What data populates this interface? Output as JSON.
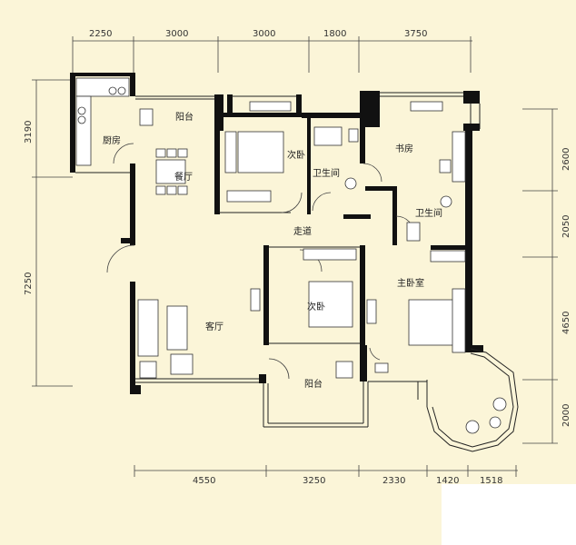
{
  "dimensions": {
    "top": [
      "2250",
      "3000",
      "3000",
      "1800",
      "3750"
    ],
    "bottom": [
      "4550",
      "3250",
      "2330",
      "1420",
      "1518"
    ],
    "left": [
      "3190",
      "7250"
    ],
    "right": [
      "2600",
      "2050",
      "4650",
      "2000"
    ]
  },
  "rooms": {
    "kitchen": "厨房",
    "balcony_top": "阳台",
    "dining": "餐厅",
    "bedroom2_top": "次卧",
    "bathroom1": "卫生间",
    "study": "书房",
    "bathroom2": "卫生间",
    "corridor": "走道",
    "living": "客厅",
    "bedroom2_mid": "次卧",
    "master": "主卧室",
    "balcony_bottom": "阳台"
  }
}
